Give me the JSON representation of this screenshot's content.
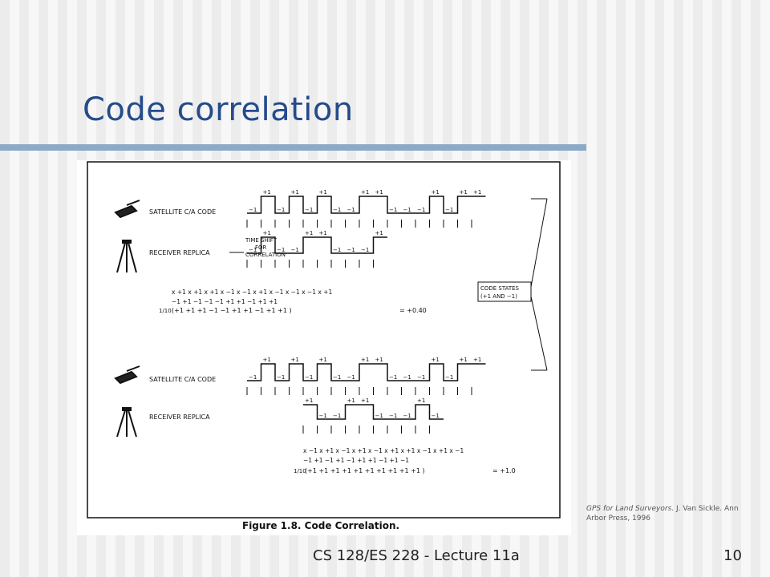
{
  "slide": {
    "title": "Code correlation",
    "footer": "CS 128/ES 228 - Lecture 11a",
    "page_number": "10"
  },
  "citation": {
    "book_title": "GPS for Land Surveyors.",
    "rest": " J. Van Sickle.  Ann Arbor Press, 1996"
  },
  "figure": {
    "caption": "Figure 1.8.  Code Correlation.",
    "panel1": {
      "satellite_label": "SATELLITE C/A CODE",
      "receiver_label": "RECEIVER REPLICA",
      "satellite_code": [
        -1,
        1,
        -1,
        1,
        -1,
        1,
        -1,
        -1,
        1,
        1,
        -1,
        -1,
        -1,
        1,
        -1,
        1,
        1
      ],
      "receiver_code": [
        -1,
        1,
        -1,
        -1,
        1,
        1,
        -1,
        -1,
        -1,
        1
      ],
      "satellite_row": "x +1 x +1 x +1 x −1 x −1 x +1 x −1 x −1 x −1 x +1",
      "receiver_row": "−1 +1 −1 −1 −1 +1 +1 −1 +1 +1",
      "sum_prefix": "1/10",
      "sum_terms": "(+1  +1  +1  −1  −1  +1  +1  −1  +1  +1 )",
      "sum_result": "= +0.40",
      "time_shift_label": [
        "TIME SHIFT",
        "FOR",
        "CORRELATION"
      ]
    },
    "code_states_label": [
      "CODE STATES",
      "(+1  AND  −1)"
    ],
    "panel2": {
      "satellite_label": "SATELLITE C/A CODE",
      "receiver_label": "RECEIVER REPLICA",
      "satellite_code": [
        -1,
        1,
        -1,
        1,
        -1,
        1,
        -1,
        -1,
        1,
        1,
        -1,
        -1,
        -1,
        1,
        -1,
        1,
        1
      ],
      "receiver_code": [
        1,
        -1,
        -1,
        1,
        1,
        -1,
        -1,
        -1,
        1,
        -1
      ],
      "satellite_row": "x −1 x +1 x −1 x +1 x −1 x +1 x +1 x −1 x +1 x −1",
      "receiver_row": "−1 +1 −1 +1 −1 +1 +1 −1 +1 −1",
      "sum_prefix": "1/10",
      "sum_terms": "(+1  +1  +1  +1  +1  +1  +1  +1  +1  +1 )",
      "sum_result": "= +1.0"
    }
  }
}
